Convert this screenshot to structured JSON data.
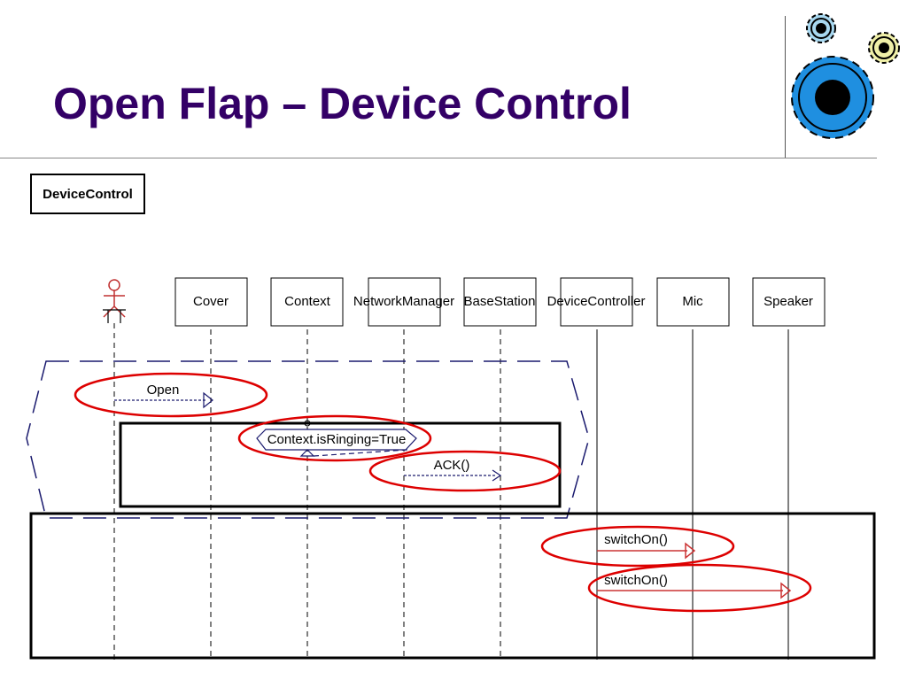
{
  "slide": {
    "title": "Open Flap – Device Control",
    "frame_label": "DeviceControl"
  },
  "diagram": {
    "lifelines": [
      {
        "name": "actor",
        "label": ""
      },
      {
        "name": "cover",
        "label": "Cover"
      },
      {
        "name": "context",
        "label": "Context"
      },
      {
        "name": "network-manager",
        "label": "NetworkManager"
      },
      {
        "name": "base-station",
        "label": "BaseStation"
      },
      {
        "name": "device-controller",
        "label": "DeviceController"
      },
      {
        "name": "mic",
        "label": "Mic"
      },
      {
        "name": "speaker",
        "label": "Speaker"
      }
    ],
    "messages": [
      {
        "name": "message-open",
        "label": "Open",
        "style": "dashed"
      },
      {
        "name": "message-ack",
        "label": "ACK()",
        "style": "dashed"
      },
      {
        "name": "message-switchon-mic",
        "label": "switchOn()",
        "style": "solid"
      },
      {
        "name": "message-switchon-speaker",
        "label": "switchOn()",
        "style": "solid"
      }
    ],
    "condition": {
      "label": "Context.isRinging=True"
    },
    "colors": {
      "title": "#330066",
      "highlight": "#dd0000",
      "fragment": "#1a1a6e",
      "solid_message": "#cc3333",
      "gear_light_blue": "#a8d8f0",
      "gear_light_yellow": "#f0f0a8",
      "gear_blue": "#1f8fe0"
    }
  }
}
